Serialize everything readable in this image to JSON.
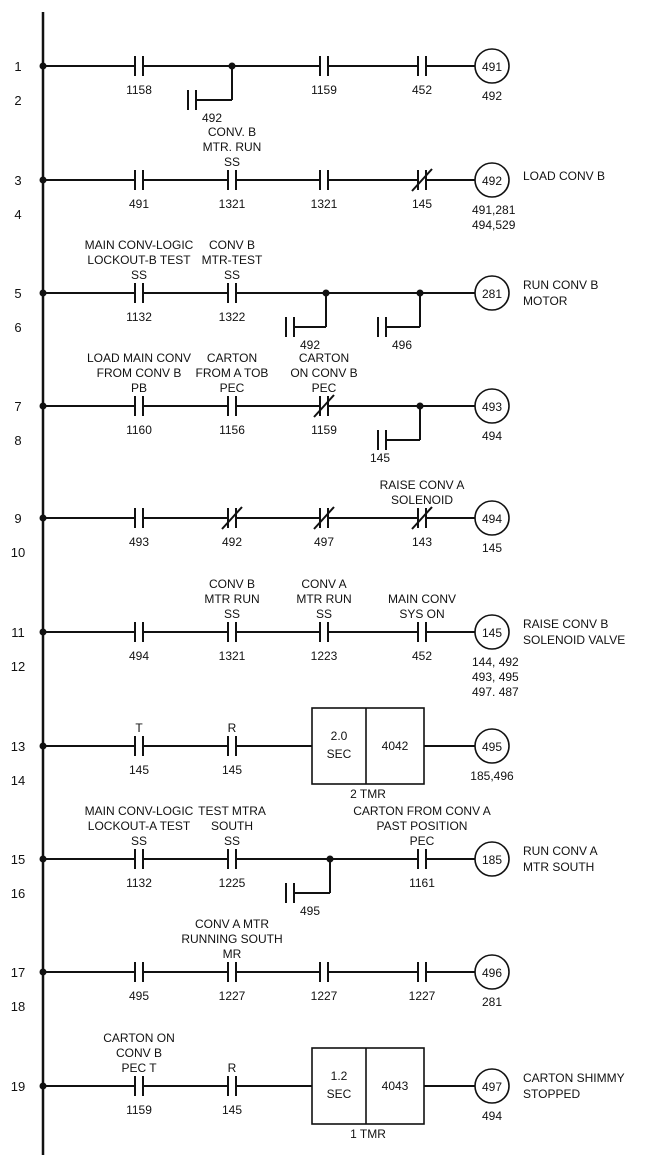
{
  "diagram": {
    "rungs": [
      {
        "num": "1",
        "num2": "2",
        "contacts": [
          {
            "id": "1158",
            "type": "NO"
          },
          {
            "id": "1159",
            "type": "NO"
          },
          {
            "id": "452",
            "type": "NO"
          }
        ],
        "branch": {
          "id": "492",
          "type": "NO"
        },
        "coil": "491",
        "refs": [
          "492"
        ],
        "desc": []
      },
      {
        "num": "3",
        "num2": "4",
        "contacts": [
          {
            "id": "491",
            "type": "NO"
          },
          {
            "id": "1321",
            "type": "NO",
            "label": [
              "CONV. B",
              "MTR. RUN",
              "SS"
            ]
          },
          {
            "id": "1321",
            "type": "NO"
          },
          {
            "id": "145",
            "type": "NC"
          }
        ],
        "coil": "492",
        "refs": [
          "491,281",
          "494,529"
        ],
        "desc": [
          "LOAD CONV B"
        ]
      },
      {
        "num": "5",
        "num2": "6",
        "contacts": [
          {
            "id": "1132",
            "type": "NO",
            "label": [
              "MAIN CONV-LOGIC",
              "LOCKOUT-B TEST",
              "SS"
            ]
          },
          {
            "id": "1322",
            "type": "NO",
            "label": [
              "CONV B",
              "MTR-TEST",
              "SS"
            ]
          }
        ],
        "branches": [
          {
            "id": "492"
          },
          {
            "id": "496"
          }
        ],
        "coil": "281",
        "refs": [],
        "desc": [
          "RUN CONV B",
          "MOTOR"
        ]
      },
      {
        "num": "7",
        "num2": "8",
        "contacts": [
          {
            "id": "1160",
            "type": "NO",
            "label": [
              "LOAD MAIN CONV",
              "FROM CONV B",
              "PB"
            ]
          },
          {
            "id": "1156",
            "type": "NO",
            "label": [
              "CARTON",
              "FROM A TOB",
              "PEC"
            ]
          },
          {
            "id": "1159",
            "type": "NC",
            "label": [
              "CARTON",
              "ON CONV B",
              "PEC"
            ]
          }
        ],
        "branch": {
          "id": "145"
        },
        "coil": "493",
        "refs": [
          "494"
        ],
        "desc": []
      },
      {
        "num": "9",
        "num2": "10",
        "contacts": [
          {
            "id": "493",
            "type": "NO"
          },
          {
            "id": "492",
            "type": "NC"
          },
          {
            "id": "497",
            "type": "NC"
          },
          {
            "id": "143",
            "type": "NC",
            "label": [
              "RAISE CONV A",
              "SOLENOID"
            ]
          }
        ],
        "coil": "494",
        "refs": [
          "145"
        ],
        "desc": []
      },
      {
        "num": "11",
        "num2": "12",
        "contacts": [
          {
            "id": "494",
            "type": "NO"
          },
          {
            "id": "1321",
            "type": "NO",
            "label": [
              "CONV B",
              "MTR RUN",
              "SS"
            ]
          },
          {
            "id": "1223",
            "type": "NO",
            "label": [
              "CONV A",
              "MTR RUN",
              "SS"
            ]
          },
          {
            "id": "452",
            "type": "NO",
            "label": [
              "MAIN CONV",
              "SYS ON"
            ]
          }
        ],
        "coil": "145",
        "refs": [
          "144, 492",
          "493, 495",
          "497. 487"
        ],
        "desc": [
          "RAISE CONV B",
          "SOLENOID VALVE"
        ]
      },
      {
        "num": "13",
        "num2": "14",
        "contacts": [
          {
            "id": "145",
            "type": "NO",
            "label": [
              "T"
            ]
          },
          {
            "id": "145",
            "type": "NO",
            "label": [
              "R"
            ]
          }
        ],
        "timer": {
          "time": "2.0",
          "unit": "SEC",
          "addr": "4042",
          "name": "2 TMR"
        },
        "coil": "495",
        "refs": [
          "185,496"
        ],
        "desc": []
      },
      {
        "num": "15",
        "num2": "16",
        "contacts": [
          {
            "id": "1132",
            "type": "NO",
            "label": [
              "MAIN CONV-LOGIC",
              "LOCKOUT-A TEST",
              "SS"
            ]
          },
          {
            "id": "1225",
            "type": "NO",
            "label": [
              "TEST MTRA",
              "SOUTH",
              "SS"
            ]
          },
          {
            "id": "1161",
            "type": "NO",
            "label": [
              "CARTON FROM CONV A",
              "PAST POSITION",
              "PEC"
            ]
          }
        ],
        "branch": {
          "id": "495"
        },
        "coil": "185",
        "refs": [],
        "desc": [
          "RUN CONV A",
          "MTR SOUTH"
        ]
      },
      {
        "num": "17",
        "num2": "18",
        "contacts": [
          {
            "id": "495",
            "type": "NO"
          },
          {
            "id": "1227",
            "type": "NO",
            "label": [
              "CONV A MTR",
              "RUNNING SOUTH",
              "MR"
            ]
          },
          {
            "id": "1227",
            "type": "NO"
          },
          {
            "id": "1227",
            "type": "NO"
          }
        ],
        "coil": "496",
        "refs": [
          "281"
        ],
        "desc": []
      },
      {
        "num": "19",
        "num2": "",
        "contacts": [
          {
            "id": "1159",
            "type": "NO",
            "label": [
              "CARTON ON",
              "CONV B",
              "PEC T"
            ]
          },
          {
            "id": "145",
            "type": "NO",
            "label": [
              "R"
            ]
          }
        ],
        "timer": {
          "time": "1.2",
          "unit": "SEC",
          "addr": "4043",
          "name": "1 TMR"
        },
        "coil": "497",
        "refs": [
          "494"
        ],
        "desc": [
          "CARTON SHIMMY",
          "STOPPED"
        ]
      }
    ]
  }
}
